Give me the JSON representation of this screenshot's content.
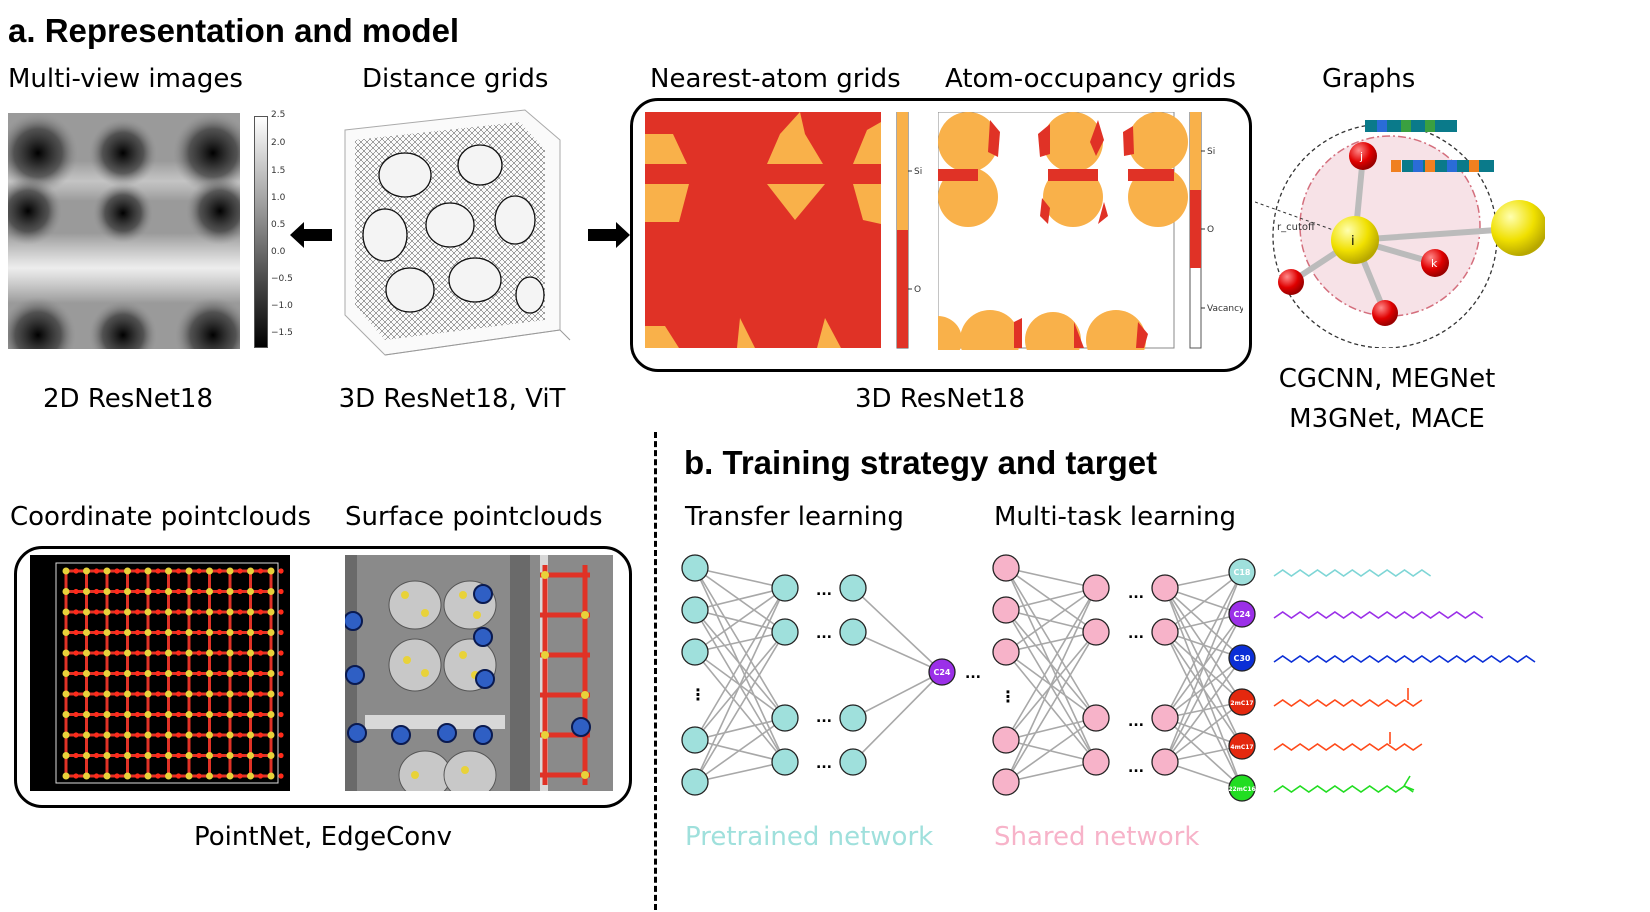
{
  "section_a": {
    "heading": "a. Representation and model",
    "panels": {
      "multiview": {
        "title": "Multi-view images",
        "model": "2D ResNet18",
        "colorbar_ticks": [
          "2.5",
          "2.0",
          "1.5",
          "1.0",
          "0.5",
          "0.0",
          "−0.5",
          "−1.0",
          "−1.5"
        ]
      },
      "distance": {
        "title": "Distance grids",
        "model": "3D ResNet18, ViT"
      },
      "nearest": {
        "title": "Nearest-atom grids",
        "colorbar_ticks": [
          "Si",
          "O"
        ]
      },
      "occupancy": {
        "title": "Atom-occupancy grids",
        "colorbar_ticks": [
          "Si",
          "O",
          "Vacancy"
        ]
      },
      "grids_model": "3D ResNet18",
      "graphs": {
        "title": "Graphs",
        "model_line1": "CGCNN, MEGNet",
        "model_line2": "M3GNet, MACE",
        "atom_labels": [
          "j",
          "i",
          "k"
        ],
        "cutoff_label": "r_cutoff"
      },
      "coord_pc": {
        "title": "Coordinate pointclouds"
      },
      "surface_pc": {
        "title": "Surface pointclouds"
      },
      "pc_model": "PointNet, EdgeConv"
    }
  },
  "section_b": {
    "heading": "b. Training strategy and target",
    "transfer": {
      "title": "Transfer learning",
      "caption": "Pretrained network",
      "output_node": "C24"
    },
    "multitask": {
      "title": "Multi-task learning",
      "caption": "Shared network",
      "outputs": [
        "C18",
        "C24",
        "C30",
        "2mC17",
        "4mC17",
        "22mC16"
      ]
    },
    "ellipsis": "...",
    "vdots": "⋮"
  },
  "colors": {
    "cyan": "#9fe0dc",
    "pink": "#f7b3c9",
    "red": "#e03226",
    "orange": "#f9b14a",
    "purple": "#9b30e8",
    "blue": "#0b2fd6",
    "green": "#22dd22",
    "darkred": "#e4280e"
  }
}
